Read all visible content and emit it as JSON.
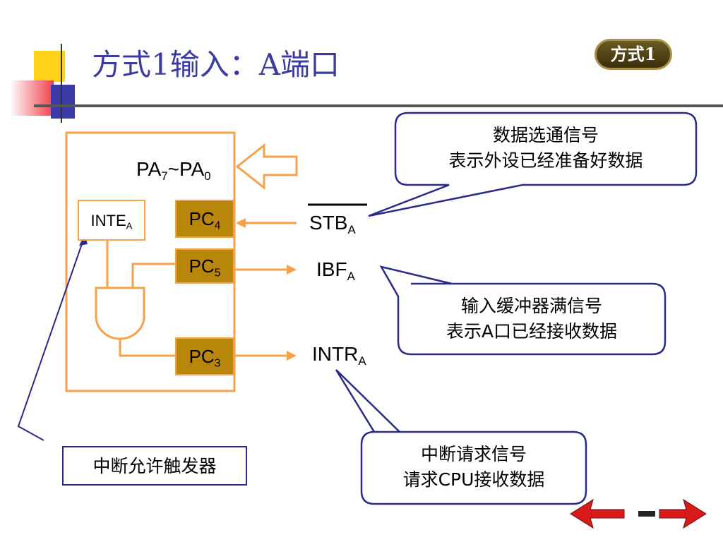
{
  "slide": {
    "title": "方式1输入：A端口",
    "mode_button_label": "方式1"
  },
  "signals": {
    "data_port": {
      "main": "PA",
      "sub1": "7",
      "sep": "~PA",
      "sub2": "0"
    },
    "inte": {
      "main": "INTE",
      "sub": "A"
    },
    "pc4": {
      "main": "PC",
      "sub": "4"
    },
    "pc5": {
      "main": "PC",
      "sub": "5"
    },
    "pc3": {
      "main": "PC",
      "sub": "3"
    },
    "stb": {
      "main": "STB",
      "sub": "A"
    },
    "ibf": {
      "main": "IBF",
      "sub": "A"
    },
    "intr": {
      "main": "INTR",
      "sub": "A"
    }
  },
  "callouts": {
    "strobe": {
      "line1": "数据选通信号",
      "line2": "表示外设已经准备好数据"
    },
    "ibf": {
      "line1": "输入缓冲器满信号",
      "line2": "表示A口已经接收数据"
    },
    "intr": {
      "line1": "中断请求信号",
      "line2": "请求CPU接收数据"
    }
  },
  "trigger_label": "中断允许触发器",
  "colors": {
    "title": "#3b3ba0",
    "wire": "#f6a24a",
    "pc_fill": "#b8860b",
    "callout_border": "#2a2a8a",
    "nav_arrow": "#d81a1a"
  },
  "icons": [
    "back-arrow-icon",
    "forward-arrow-icon"
  ]
}
